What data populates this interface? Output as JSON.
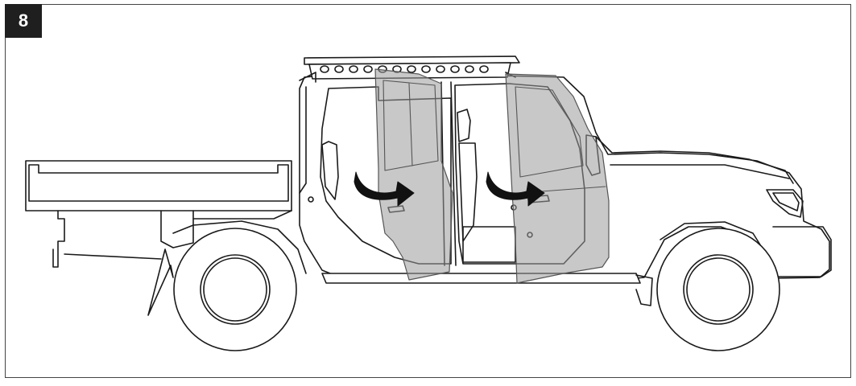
{
  "step": {
    "number": "8"
  },
  "illustration": {
    "subject": "pickup-truck-side-view",
    "doors": [
      "front-door",
      "rear-door"
    ],
    "arrows": [
      "rear-door-arrow-icon",
      "front-door-arrow-icon"
    ],
    "colors": {
      "line": "#1a1a1a",
      "door_fill": "#9a9a9a",
      "arrow": "#111111",
      "badge": "#1f1f1f"
    }
  }
}
